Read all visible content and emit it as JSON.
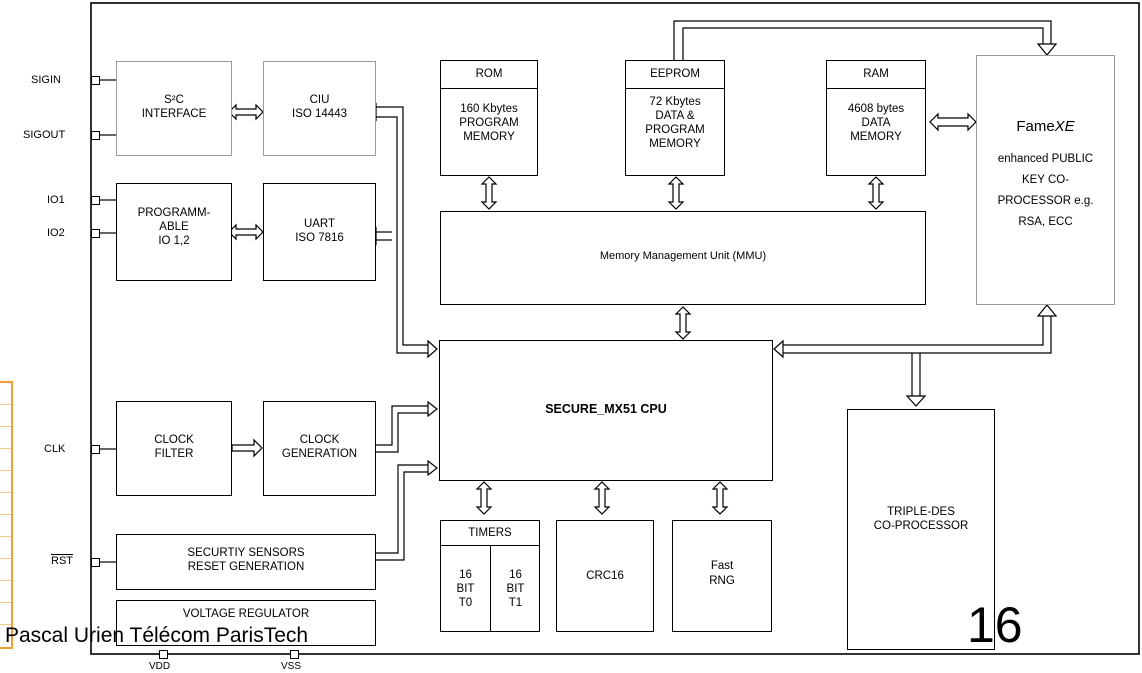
{
  "pins": {
    "sigin": "SIGIN",
    "sigout": "SIGOUT",
    "io1": "IO1",
    "io2": "IO2",
    "clk": "CLK",
    "rst": "RST",
    "vdd": "VDD",
    "vss": "VSS"
  },
  "blocks": {
    "s2c": [
      "S²C",
      "INTERFACE"
    ],
    "ciu": [
      "CIU",
      "ISO 14443"
    ],
    "prog_io": [
      "PROGRAMM-",
      "ABLE",
      "IO 1,2"
    ],
    "uart": [
      "UART",
      "ISO 7816"
    ],
    "rom": {
      "title": "ROM",
      "lines": [
        "160 Kbytes",
        "PROGRAM",
        "MEMORY"
      ]
    },
    "eeprom": {
      "title": "EEPROM",
      "lines": [
        "72 Kbytes",
        "DATA &",
        "PROGRAM",
        "MEMORY"
      ]
    },
    "ram": {
      "title": "RAM",
      "lines": [
        "4608 bytes",
        "DATA",
        "MEMORY"
      ]
    },
    "fame": {
      "name_plain": "Fame",
      "name_italic": "XE",
      "lines": [
        "enhanced PUBLIC",
        "KEY CO-",
        "PROCESSOR e.g.",
        "RSA, ECC"
      ]
    },
    "mmu": "Memory Management Unit (MMU)",
    "cpu": "SECURE_MX51 CPU",
    "clock_filter": [
      "CLOCK",
      "FILTER"
    ],
    "clock_gen": [
      "CLOCK",
      "GENERATION"
    ],
    "sensors": [
      "SECURTIY SENSORS",
      "RESET GENERATION"
    ],
    "voltage": "VOLTAGE REGULATOR",
    "timers": {
      "title": "TIMERS",
      "t0": [
        "16",
        "BIT",
        "T0"
      ],
      "t1": [
        "16",
        "BIT",
        "T1"
      ]
    },
    "crc": "CRC16",
    "rng": [
      "Fast",
      "RNG"
    ],
    "tdes": [
      "TRIPLE-DES",
      "CO-PROCESSOR"
    ]
  },
  "footer": {
    "author": "Pascal Urien Télécom ParisTech",
    "slide_number": "16"
  }
}
